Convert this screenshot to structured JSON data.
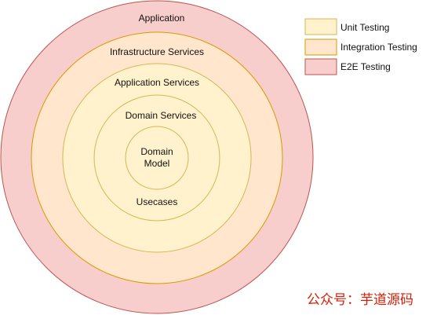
{
  "rings": {
    "application": {
      "label": "Application",
      "fill": "#f8cecc",
      "stroke": "#b85450"
    },
    "infrastructure_services": {
      "label": "Infrastructure Services",
      "fill": "#ffe6cc",
      "stroke": "#d79b00"
    },
    "application_services": {
      "label": "Application Services",
      "fill": "#fff2cc",
      "stroke": "#d6b656"
    },
    "domain_services": {
      "label": "Domain Services",
      "fill": "#fff2cc",
      "stroke": "#d6b656"
    },
    "usecases": {
      "label": "Usecases"
    },
    "domain_model": {
      "label_line1": "Domain",
      "label_line2": "Model",
      "fill": "#fff2cc",
      "stroke": "#d6b656"
    }
  },
  "legend": {
    "unit_testing": {
      "label": "Unit Testing",
      "fill": "#fff2cc",
      "stroke": "#d6b656"
    },
    "integration_testing": {
      "label": "Integration Testing",
      "fill": "#ffe6cc",
      "stroke": "#d79b00"
    },
    "e2e_testing": {
      "label": "E2E Testing",
      "fill": "#f8cecc",
      "stroke": "#b85450"
    }
  },
  "watermark": {
    "text": "公众号：芋道源码"
  }
}
